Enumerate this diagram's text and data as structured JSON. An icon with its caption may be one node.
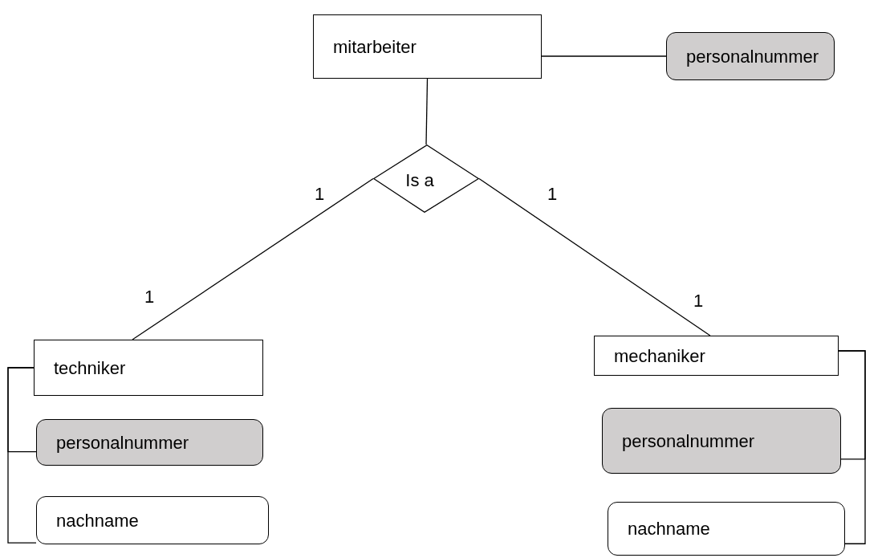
{
  "diagram": {
    "nodes": [
      {
        "text": [
          "mitarbeiter"
        ]
      },
      {
        "text": [
          "personalnummer"
        ]
      },
      {
        "text": [
          "Is a"
        ]
      },
      {
        "text": [
          "techniker"
        ]
      },
      {
        "text": [
          "personalnummer"
        ]
      },
      {
        "text": [
          "nachname"
        ]
      },
      {
        "text": [
          "mechaniker"
        ]
      },
      {
        "text": [
          "personalnummer"
        ]
      },
      {
        "text": [
          "nachname"
        ]
      }
    ],
    "edges": [
      {
        "from": 0,
        "to": 1,
        "arrow": "none"
      },
      {
        "from": 0,
        "to": 2,
        "arrow": "none"
      },
      {
        "from": 2,
        "to": 3,
        "arrow": "none"
      },
      {
        "from": 2,
        "to": 6,
        "arrow": "none"
      },
      {
        "from": 3,
        "to": 4,
        "arrow": "none"
      },
      {
        "from": 3,
        "to": 5,
        "arrow": "none"
      },
      {
        "from": 6,
        "to": 7,
        "arrow": "none"
      },
      {
        "from": 6,
        "to": 8,
        "arrow": "none"
      }
    ],
    "labels": [
      "1",
      "1",
      "1",
      "1"
    ]
  }
}
